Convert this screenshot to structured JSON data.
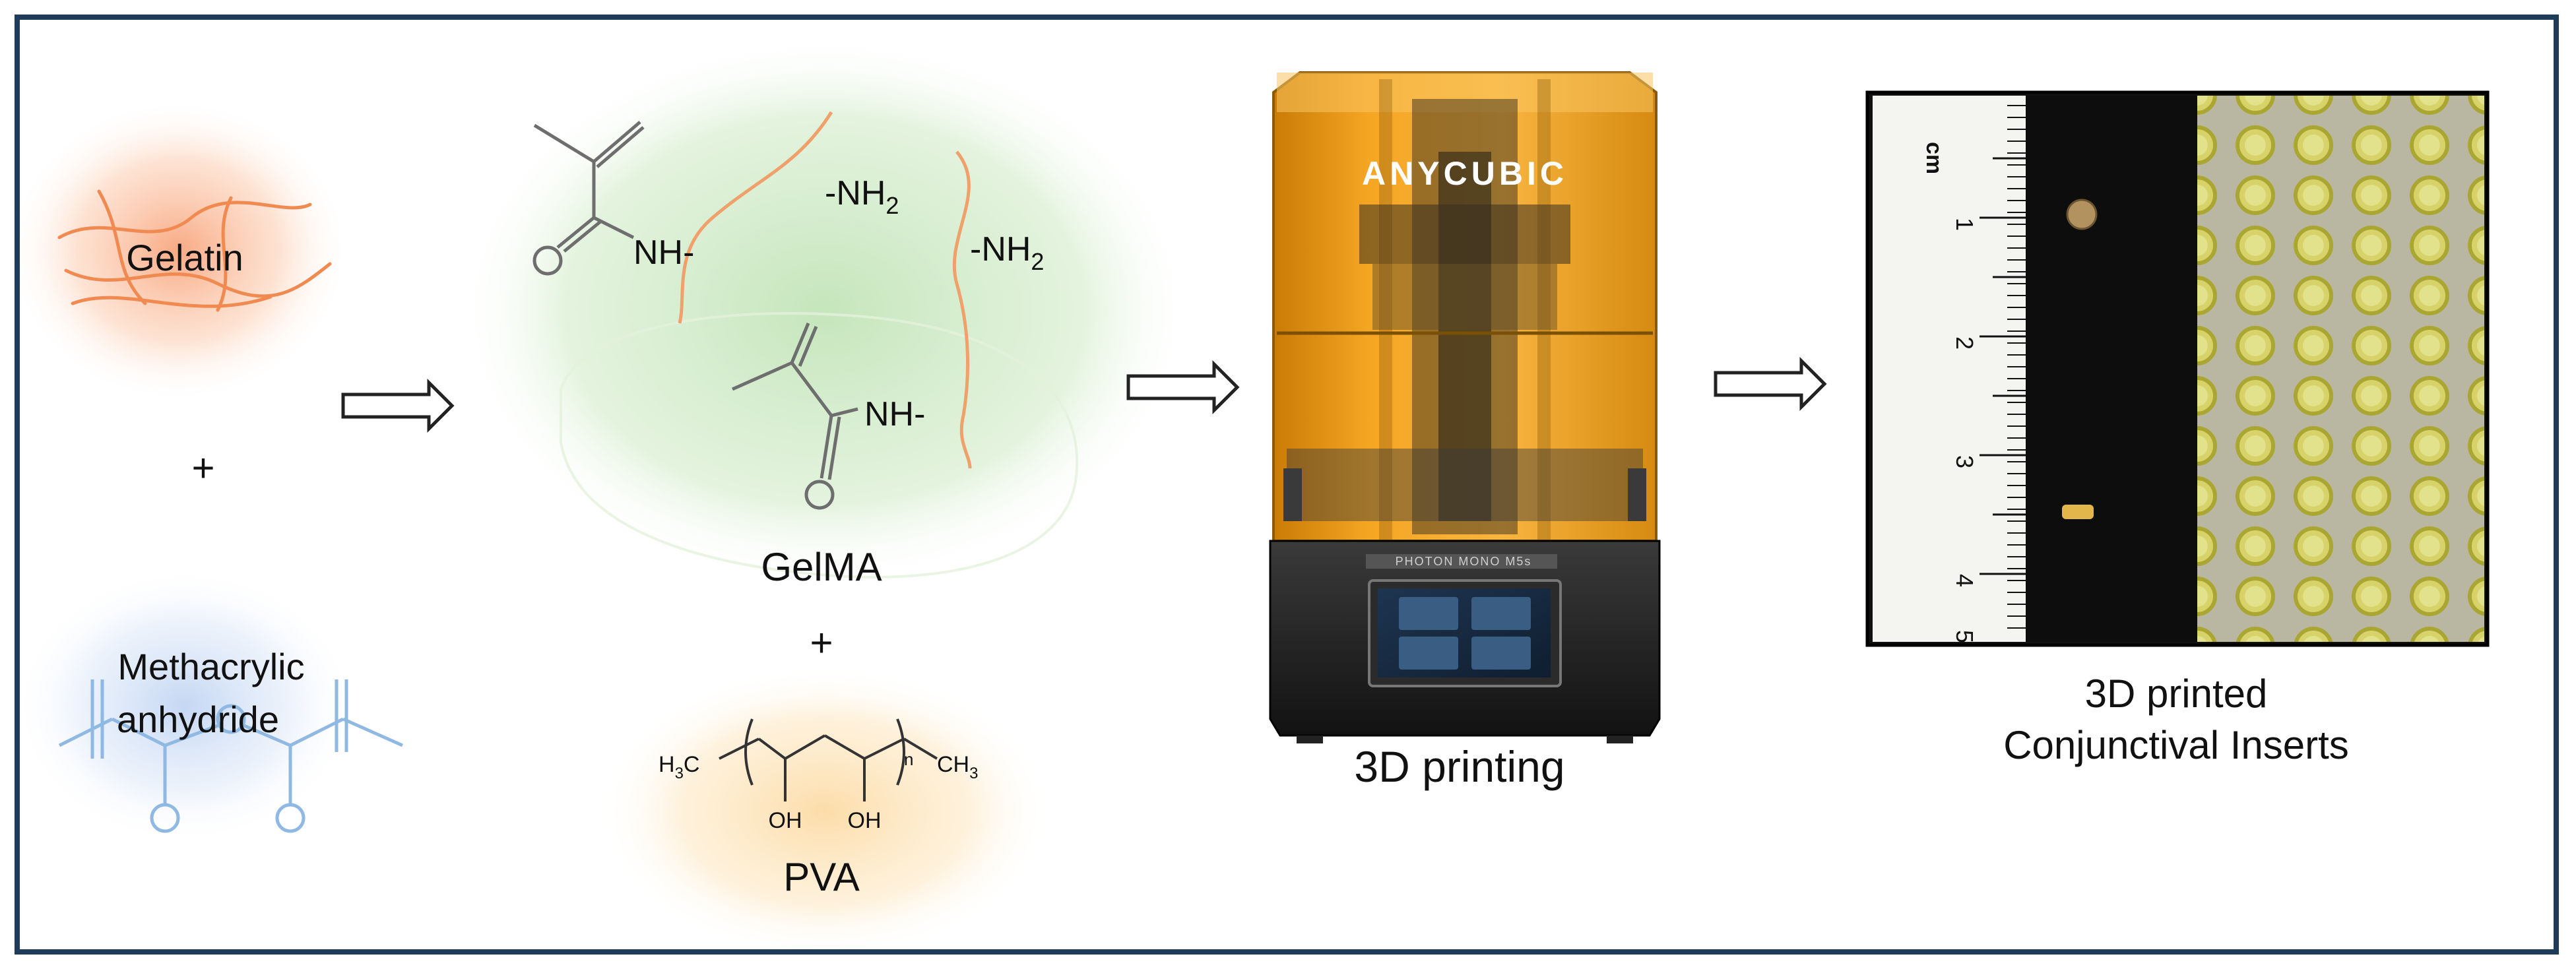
{
  "labels": {
    "gelatin": "Gelatin",
    "plus1": "+",
    "methacrylic_line1": "Methacrylic",
    "methacrylic_line2": "anhydride",
    "gelma": "GelMA",
    "plus2": "+",
    "pva": "PVA",
    "nh2_a": "-NH",
    "nh2_b": "-NH",
    "nh2_sub": "2",
    "nh_a": "NH-",
    "nh_b": "NH-",
    "h3c": "H",
    "h3c_sub": "3",
    "h3c_c": "C",
    "ch3": "CH",
    "ch3_sub": "3",
    "oh1": "OH",
    "oh2": "OH",
    "n_sub": "n",
    "printing": "3D printing",
    "printer_brand": "ANYCUBIC",
    "printer_model": "PHOTON MONO M5s",
    "result_line1": "3D printed",
    "result_line2": "Conjunctival Inserts",
    "ruler_unit": "cm",
    "ruler_ticks": [
      "1",
      "2",
      "3",
      "4",
      "5"
    ]
  },
  "colors": {
    "border": "#1f3b5a",
    "gelatin_glow": "#f7a27a",
    "anhydride_glow": "#b9cdee",
    "gelma_glow": "#c7e6bf",
    "pva_glow": "#fbe0b0",
    "chain": "#f09a5e",
    "chem_gray": "#8a8a8a",
    "chem_blue": "#8eb8e0",
    "printer_amber": "#f0a320",
    "printer_base": "#1c1c1c",
    "insert_yellow": "#c9c43a"
  }
}
